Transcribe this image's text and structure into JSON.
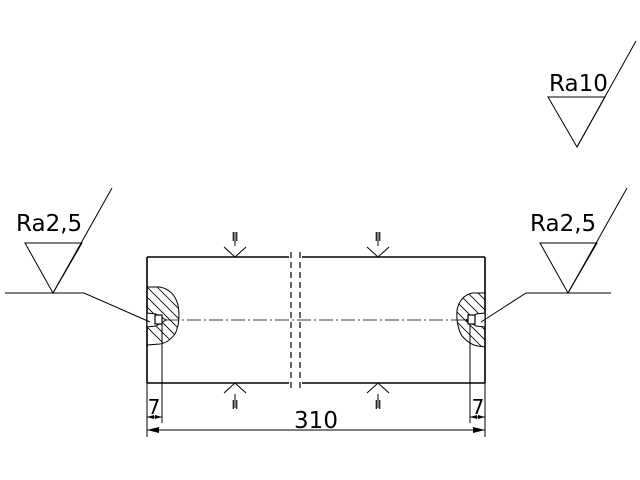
{
  "roughness": {
    "top_right": "Ra10",
    "left": "Ra2,5",
    "right": "Ra2,5"
  },
  "dimensions": {
    "overall_length": "310",
    "center_hole_left": "7",
    "center_hole_right": "7"
  },
  "lay_marks": {
    "top_left": "II",
    "top_right": "II",
    "bottom_left": "II",
    "bottom_right": "II"
  }
}
